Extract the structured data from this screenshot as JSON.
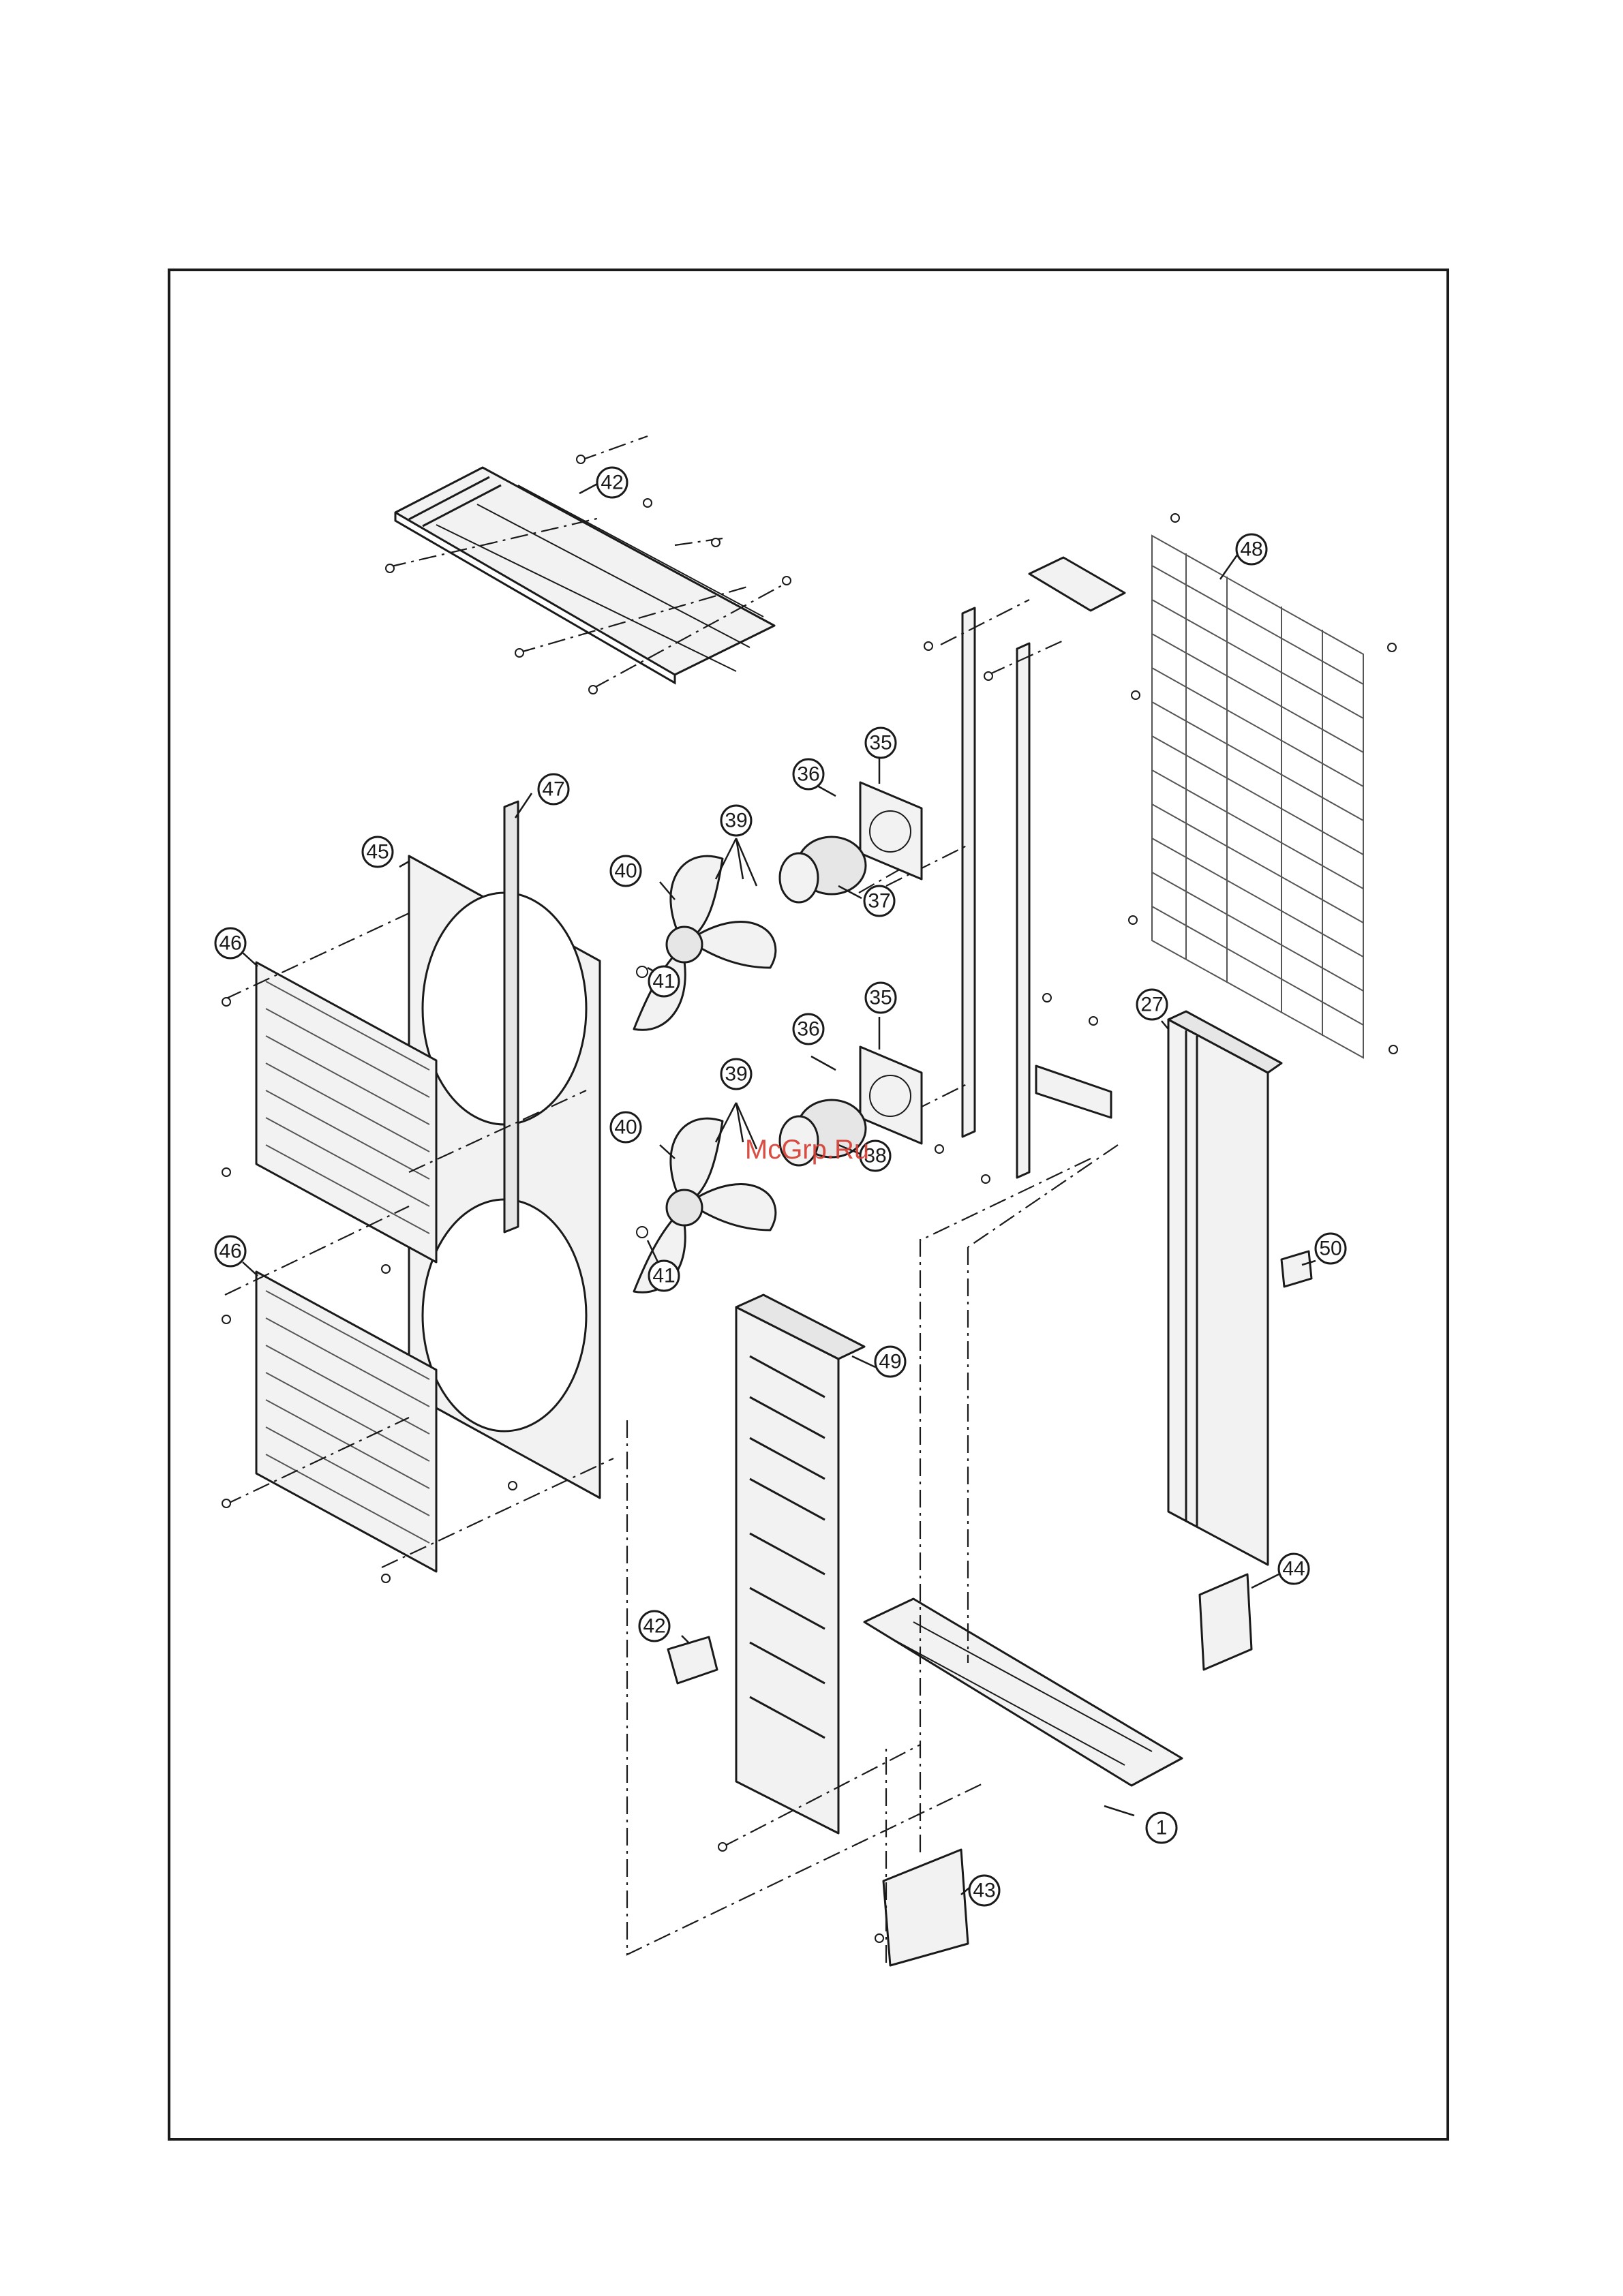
{
  "diagram": {
    "watermark_text": "McGrp.Ru",
    "callouts": [
      {
        "id": "42",
        "label": "42"
      },
      {
        "id": "48",
        "label": "48"
      },
      {
        "id": "35a",
        "label": "35"
      },
      {
        "id": "36a",
        "label": "36"
      },
      {
        "id": "47",
        "label": "47"
      },
      {
        "id": "39a",
        "label": "39"
      },
      {
        "id": "45",
        "label": "45"
      },
      {
        "id": "40a",
        "label": "40"
      },
      {
        "id": "37",
        "label": "37"
      },
      {
        "id": "46a",
        "label": "46"
      },
      {
        "id": "41a",
        "label": "41"
      },
      {
        "id": "35b",
        "label": "35"
      },
      {
        "id": "27",
        "label": "27"
      },
      {
        "id": "36b",
        "label": "36"
      },
      {
        "id": "39b",
        "label": "39"
      },
      {
        "id": "40b",
        "label": "40"
      },
      {
        "id": "38",
        "label": "38"
      },
      {
        "id": "41b",
        "label": "41"
      },
      {
        "id": "46b",
        "label": "46"
      },
      {
        "id": "50",
        "label": "50"
      },
      {
        "id": "49",
        "label": "49"
      },
      {
        "id": "44",
        "label": "44"
      },
      {
        "id": "42b",
        "label": "42"
      },
      {
        "id": "1",
        "label": "1"
      },
      {
        "id": "43",
        "label": "43"
      }
    ]
  }
}
